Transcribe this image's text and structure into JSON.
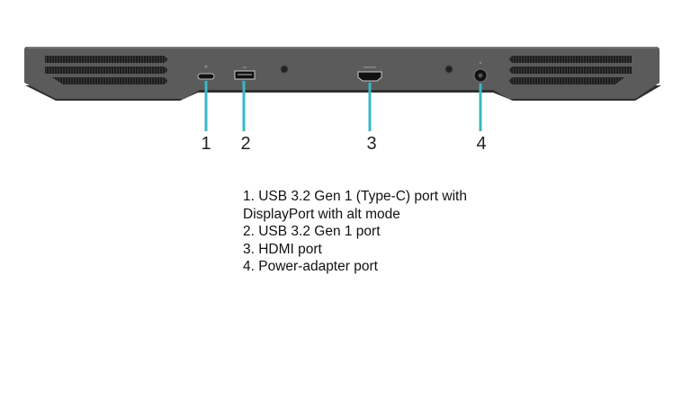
{
  "callouts": [
    "1",
    "2",
    "3",
    "4"
  ],
  "legend": [
    "1. USB 3.2 Gen 1 (Type-C) port with",
    "DisplayPort with alt mode",
    "2. USB 3.2 Gen 1 port",
    "3. HDMI port",
    "4. Power-adapter port"
  ],
  "colors": {
    "callout_line": "#3ab7c8",
    "chassis": "#5a5a5a",
    "chassis_dark": "#333333"
  }
}
